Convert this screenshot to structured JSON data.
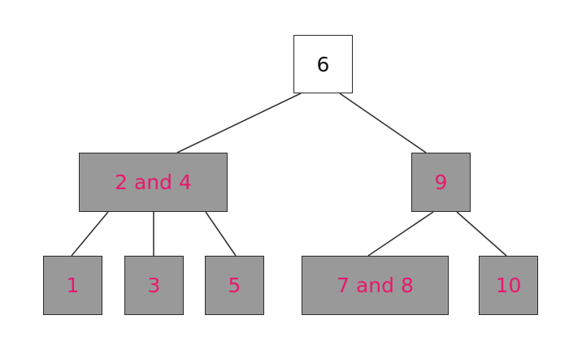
{
  "nodes": {
    "root": "6",
    "left": "2 and 4",
    "right": "9",
    "left_child_1": "1",
    "left_child_2": "3",
    "left_child_3": "5",
    "right_child_1": "7 and 8",
    "right_child_2": "10"
  },
  "colors": {
    "node_fill": "#999999",
    "root_fill": "#ffffff",
    "key_text": "#e8186e",
    "root_text": "#111111",
    "edge": "#333333"
  }
}
